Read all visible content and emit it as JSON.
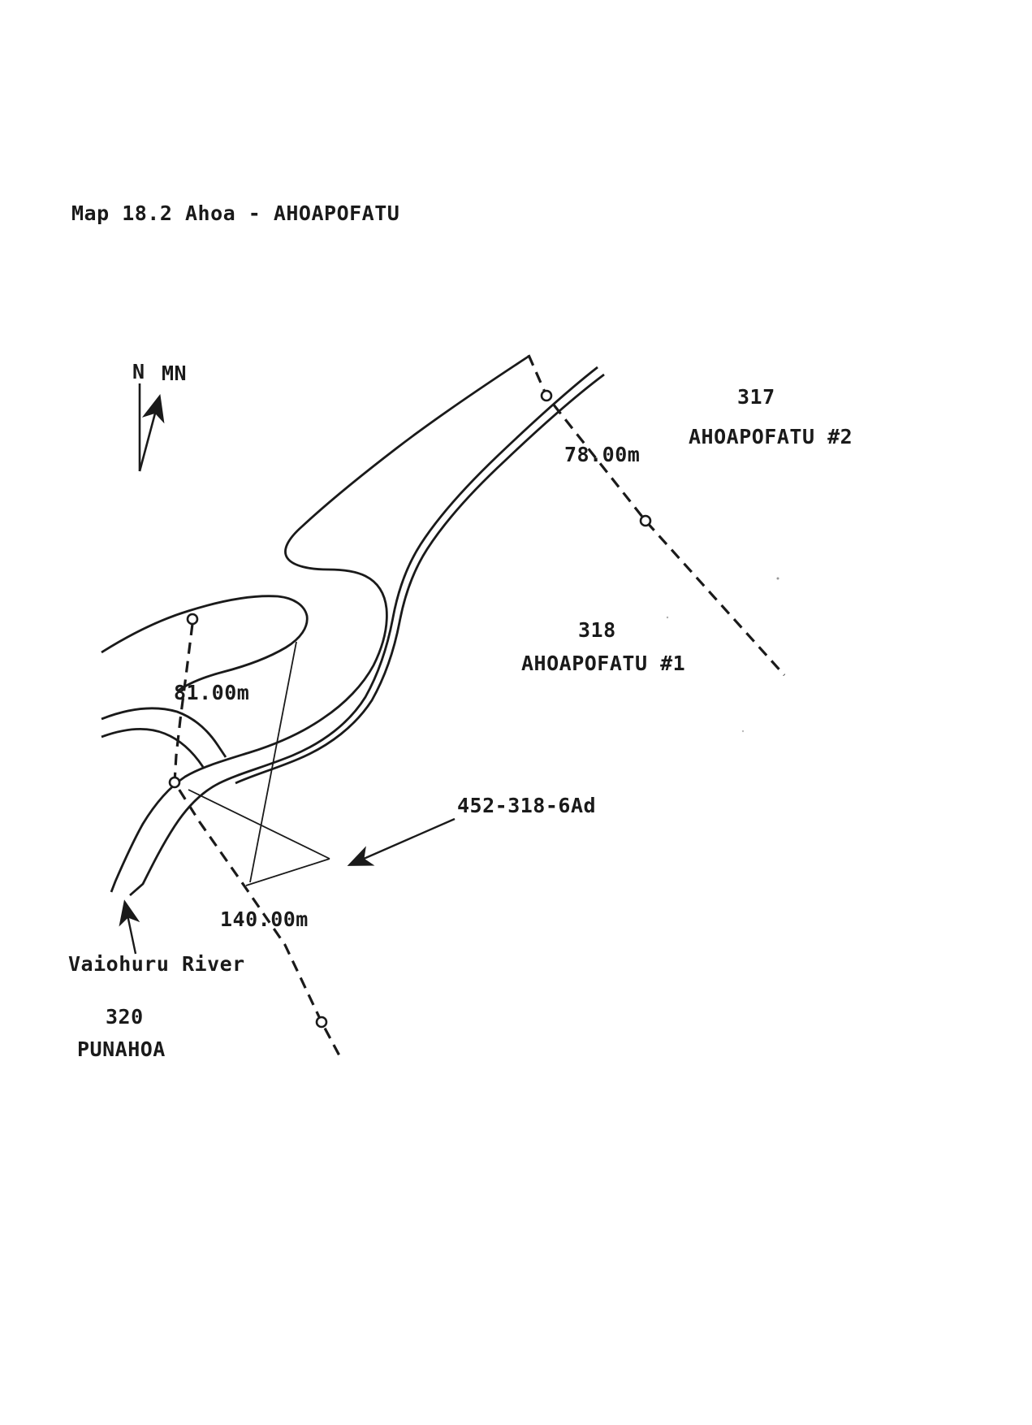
{
  "title": "Map 18.2 Ahoa - AHOAPOFATU",
  "compass": {
    "n": "N",
    "mn": "MN"
  },
  "labels": {
    "lot317": {
      "number": "317",
      "name": "AHOAPOFATU #2"
    },
    "lot318": {
      "number": "318",
      "name": "AHOAPOFATU #1"
    },
    "lot320": {
      "number": "320",
      "name": "PUNAHOA"
    },
    "sliver_parcel": "452-318-6Ad",
    "river": "Vaiohuru River"
  },
  "measurements": {
    "northeast_boundary": "78.00m",
    "west_boundary": "81.00m",
    "south_boundary": "140.00m"
  },
  "colors": {
    "ink": "#1a1a1a",
    "paper": "#ffffff"
  }
}
